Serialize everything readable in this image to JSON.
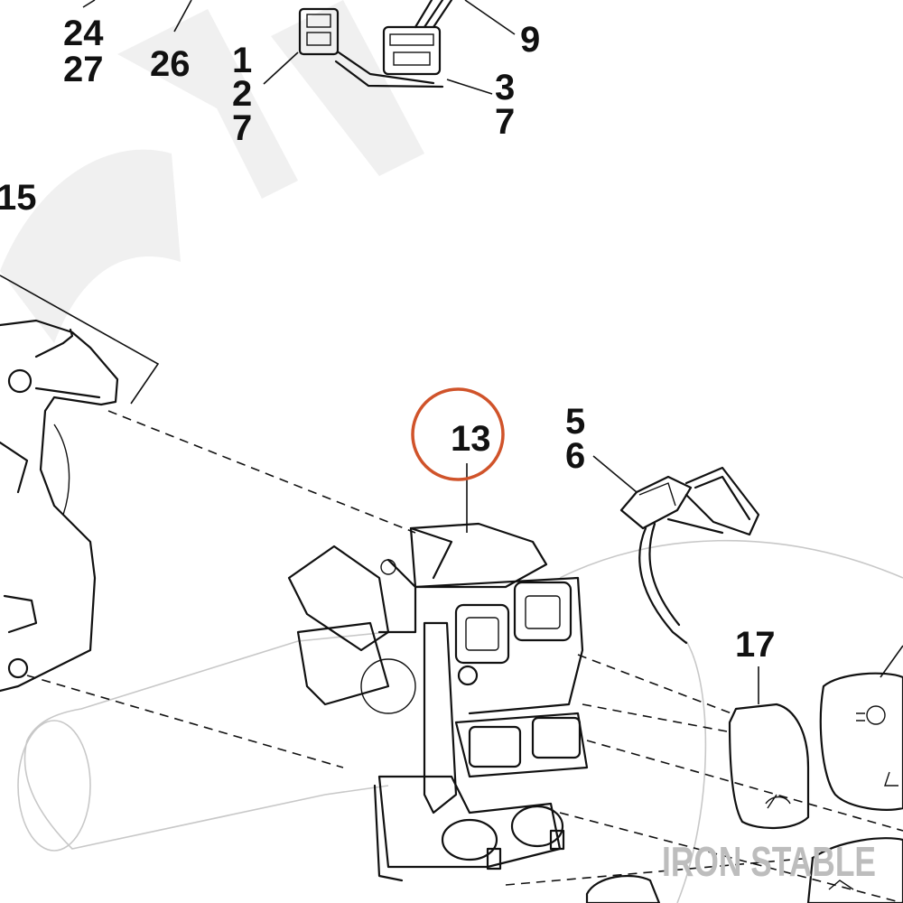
{
  "diagram": {
    "callouts": [
      {
        "id": "c24",
        "text": "24"
      },
      {
        "id": "c27a",
        "text": "27"
      },
      {
        "id": "c26",
        "text": "26"
      },
      {
        "id": "c1",
        "text": "1"
      },
      {
        "id": "c2",
        "text": "2"
      },
      {
        "id": "c7a",
        "text": "7"
      },
      {
        "id": "c9",
        "text": "9"
      },
      {
        "id": "c3",
        "text": "3"
      },
      {
        "id": "c7b",
        "text": "7"
      },
      {
        "id": "c15",
        "text": "15"
      },
      {
        "id": "c13",
        "text": "13"
      },
      {
        "id": "c5",
        "text": "5"
      },
      {
        "id": "c6",
        "text": "6"
      },
      {
        "id": "c17",
        "text": "17"
      }
    ],
    "highlight": {
      "target": "13",
      "color": "#d0532a"
    },
    "watermark": "IRON STABLE"
  }
}
